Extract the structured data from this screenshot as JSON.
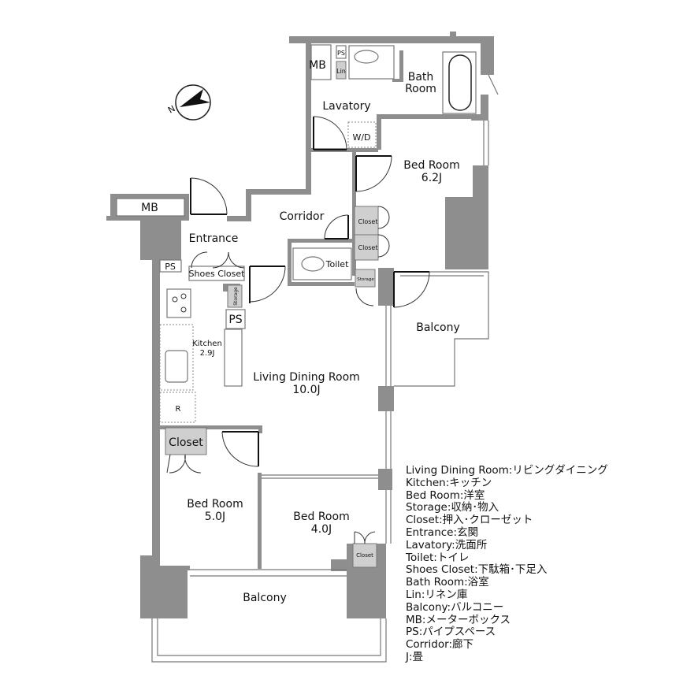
{
  "compass": {
    "label": "N"
  },
  "rooms": {
    "mb_top": "MB",
    "ps_top": "PS",
    "lin": "Lin",
    "bath_line1": "Bath",
    "bath_line2": "Room",
    "lavatory": "Lavatory",
    "wd": "W/D",
    "bed1_name": "Bed Room",
    "bed1_size": "6.2J",
    "mb_left": "MB",
    "corridor": "Corridor",
    "entrance": "Entrance",
    "closet_a": "Closet",
    "closet_b": "Closet",
    "toilet": "Toilet",
    "ps_left": "PS",
    "shoes_closet": "Shoes Closet",
    "storage_a": "Storage",
    "storage_b": "Storage",
    "ps_mid": "PS",
    "balcony_right": "Balcony",
    "kitchen_name": "Kitchen",
    "kitchen_size": "2.9J",
    "ldr_name": "Living Dining Room",
    "ldr_size": "10.0J",
    "fridge": "R",
    "closet_c": "Closet",
    "bed2_name": "Bed Room",
    "bed2_size": "5.0J",
    "bed3_name": "Bed Room",
    "bed3_size": "4.0J",
    "closet_d": "Closet",
    "balcony_bottom": "Balcony"
  },
  "legend": [
    "Living Dining Room:リビングダイニング",
    "Kitchen:キッチン",
    "Bed Room:洋室",
    "Storage:収納･物入",
    "Closet:押入･クローゼット",
    "Entrance:玄関",
    "Lavatory:洗面所",
    "Toilet:トイレ",
    "Shoes Closet:下駄箱･下足入",
    "Bath Room:浴室",
    "Lin:リネン庫",
    "Balcony:バルコニー",
    "MB:メーターボックス",
    "PS:パイプスペース",
    "Corridor:廊下",
    "J:畳"
  ],
  "colors": {
    "wall": "#8e8e8e",
    "storage_fill": "#cfcfcf"
  }
}
